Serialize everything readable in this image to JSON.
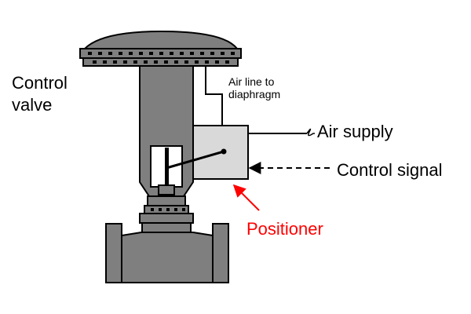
{
  "colors": {
    "valve_body": "#7f7f7f",
    "positioner_box": "#d9d9d9",
    "outline": "#000000",
    "positioner_label": "#ff0000",
    "background": "#ffffff"
  },
  "labels": {
    "control_valve": [
      "Control",
      "valve"
    ],
    "air_line": [
      "Air line to",
      "diaphragm"
    ],
    "air_supply": "Air supply",
    "control_signal": "Control signal",
    "positioner": "Positioner"
  }
}
